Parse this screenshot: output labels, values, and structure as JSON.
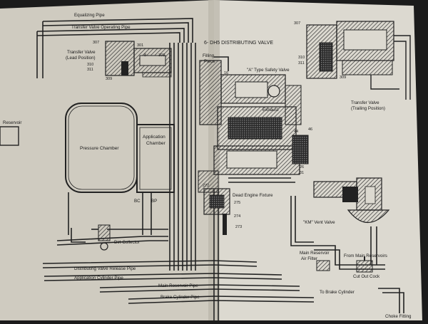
{
  "colors": {
    "paper_left": "#cfcbc0",
    "paper_right": "#dcd9d0",
    "ink": "#222222",
    "hatch": "#3a3a3a",
    "background": "#1b1b1b"
  },
  "labels": {
    "equalizing_pipe": "Equalizing Pipe",
    "transfer_valve_operating_pipe": "Transfer Valve Operating Pipe",
    "transfer_valve_lead_l1": "Transfer Valve",
    "transfer_valve_lead_l2": "(Lead Position)",
    "pressure_chamber": "Pressure Chamber",
    "application_chamber_l1": "Application",
    "application_chamber_l2": "Chamber",
    "reservoir": "Reservoir",
    "dirt_collector": "Dirt Collector",
    "bc": "BC",
    "bp": "BP",
    "distributing_valve_release_pipe": "Distributing Valve Release Pipe",
    "application_cylinder_pipe": "Application Cylinder Pipe",
    "main_reservoir_pipe": "Main Reservoir Pipe",
    "brake_cylinder_pipe": "Brake Cylinder Pipe",
    "title": "6- DH5 DISTRIBUTING VALVE",
    "filling_piece_l1": "Filling",
    "filling_piece_l2": "Piece",
    "safety_valve": "\"A\" Type Safety Valve",
    "exhaust": "Exhaust",
    "transfer_valve_trailing_l1": "Transfer Valve",
    "transfer_valve_trailing_l2": "(Trailing Position)",
    "dead_engine_fixture": "Dead Engine Fixture",
    "km_vent_valve": "\"KM\" Vent Valve",
    "main_reservoir_air_filter_l1": "Main Reservoir",
    "main_reservoir_air_filter_l2": "Air Filter",
    "from_main_reservoirs": "From Main Reservoirs",
    "cut_out_cock": "Cut Out Cock",
    "to_brake_cylinder": "To Brake Cylinder",
    "choke_fitting": "Choke Fitting"
  },
  "part_numbers": {
    "n307_left": "307",
    "n310_left": "310",
    "n311_left": "311",
    "n309_left": "309",
    "n301": "301",
    "n303": "303",
    "n8": "8",
    "n307_right": "307",
    "n310_right": "310",
    "n311_right": "311",
    "n309_right": "309",
    "n16": "16",
    "n44": "44",
    "n46": "46",
    "n26": "26",
    "n31": "31",
    "n272": "272",
    "n275": "275",
    "n274": "274",
    "n273": "273"
  }
}
